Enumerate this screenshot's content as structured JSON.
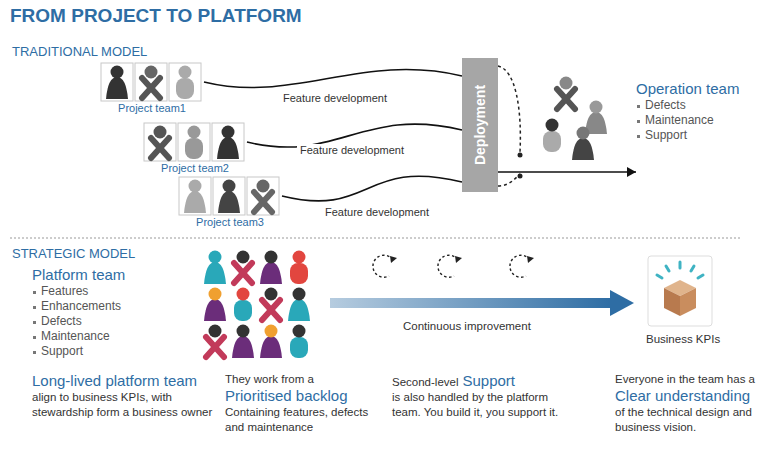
{
  "diagram": {
    "title": "FROM PROJECT TO PLATFORM",
    "nodes": [
      {
        "text": [
          "Project team1"
        ]
      },
      {
        "text": [
          "Project team2"
        ]
      },
      {
        "text": [
          "Project team3"
        ]
      },
      {
        "text": [
          "Deployment"
        ]
      },
      {
        "text": [
          "Operation team",
          "Defects",
          "Maintenance",
          "Support"
        ]
      }
    ],
    "edges": [
      {
        "from": 0,
        "to": 3,
        "label": "Feature development",
        "arrow": "none"
      },
      {
        "from": 1,
        "to": 3,
        "label": "Feature development",
        "arrow": "none"
      },
      {
        "from": 2,
        "to": 3,
        "label": "Feature development",
        "arrow": "none"
      },
      {
        "from": 3,
        "to": 4,
        "arrow": "to"
      }
    ],
    "labels": [
      "TRADITIONAL MODEL",
      "STRATEGIC MODEL",
      "Platform team",
      "Features",
      "Enhancements",
      "Defects",
      "Maintenance",
      "Support",
      "Continuous improvement",
      "Business KPIs",
      "Long-lived platform team",
      "align to business KPIs, with stewardship form a business owner",
      "They work from a",
      "Prioritised backlog",
      "Containing features, defects and maintenance",
      "Second-level",
      "Support",
      "is also handled by the platform team. You build it, you support it.",
      "Everyone in the team has a",
      "Clear understanding",
      "of the technical design and business vision."
    ]
  }
}
